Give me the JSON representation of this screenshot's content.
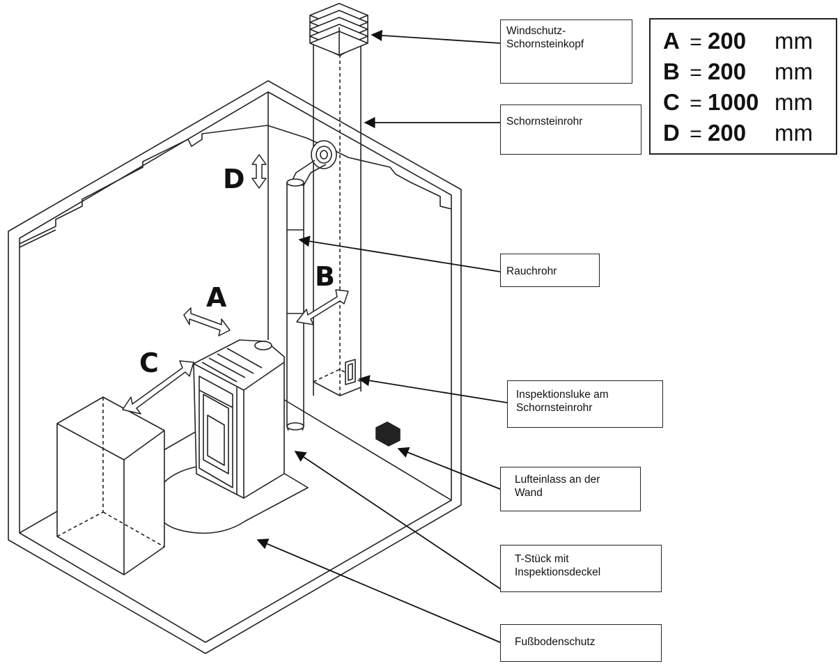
{
  "labels": {
    "windschutz": [
      "Windschutz-",
      "Schornsteinkopf"
    ],
    "schornsteinrohr": [
      "Schornsteinrohr"
    ],
    "rauchrohr": [
      "Rauchrohr"
    ],
    "inspektionsluke": [
      "Inspektionsluke am",
      "Schornsteinrohr"
    ],
    "lufteinlass": [
      "Lufteinlass an der",
      "Wand"
    ],
    "tstueck": [
      "T-Stück mit",
      "Inspektionsdeckel"
    ],
    "fussbodenschutz": [
      "Fußbodenschutz"
    ]
  },
  "dimensions": [
    {
      "letter": "A",
      "eq": "=",
      "value": "200",
      "unit": "mm"
    },
    {
      "letter": "B",
      "eq": "=",
      "value": "200",
      "unit": "mm"
    },
    {
      "letter": "C",
      "eq": "=",
      "value": "1000",
      "unit": "mm"
    },
    {
      "letter": "D",
      "eq": "=",
      "value": "200",
      "unit": "mm"
    }
  ],
  "diagram_letters": {
    "a": "A",
    "b": "B",
    "c": "C",
    "d": "D"
  },
  "colors": {
    "line": "#222222",
    "fill": "#ffffff"
  }
}
